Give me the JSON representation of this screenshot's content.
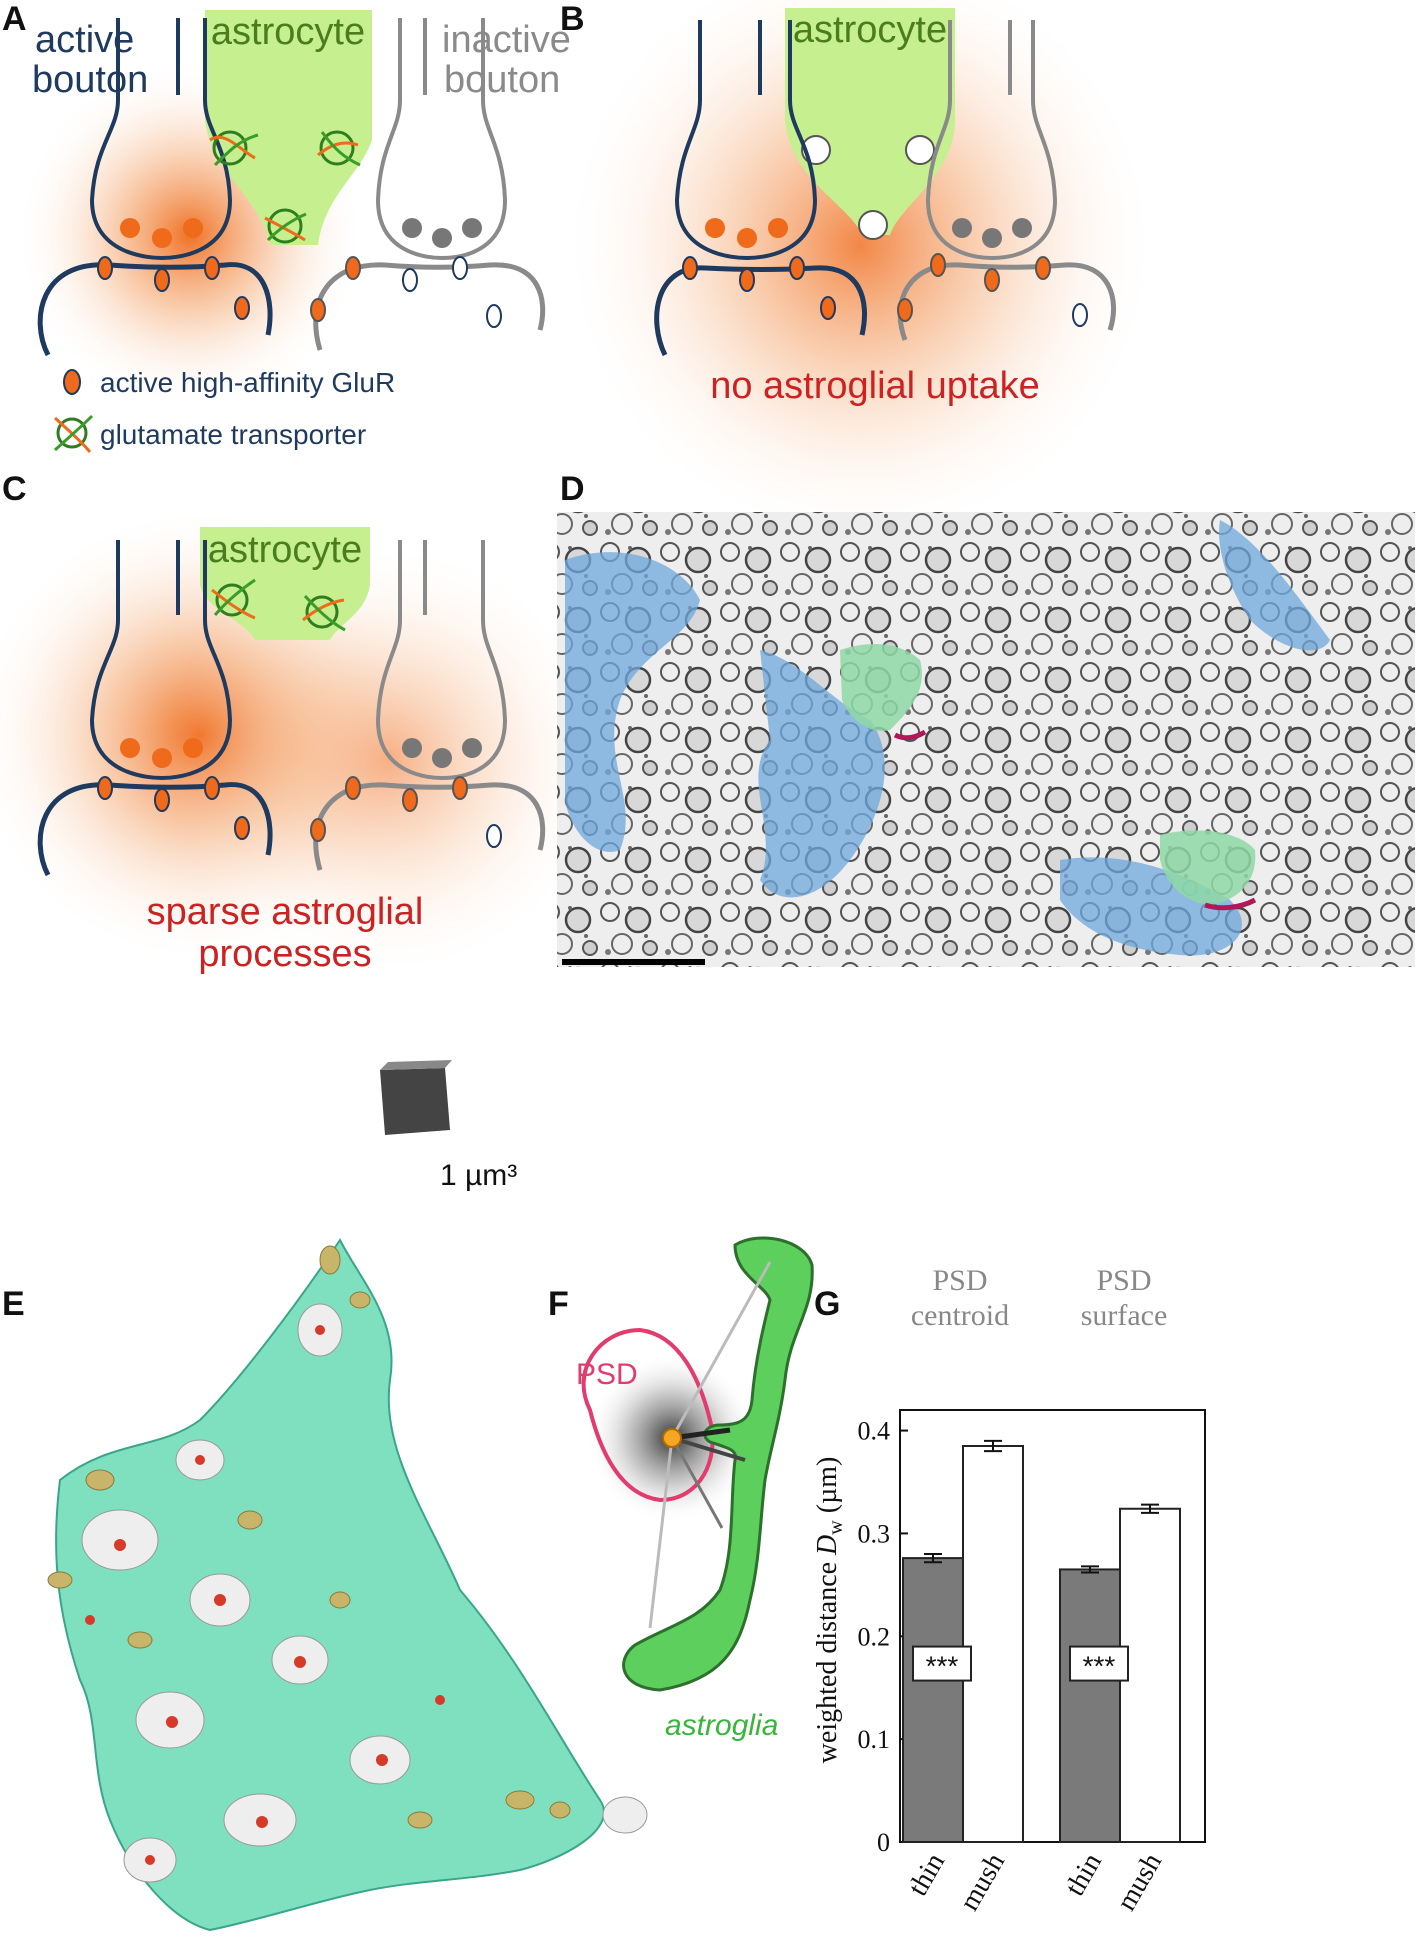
{
  "panels": {
    "A": {
      "letter": "A",
      "active_label_1": "active",
      "active_label_2": "bouton",
      "astrocyte": "astrocyte",
      "inactive_label_1": "inactive",
      "inactive_label_2": "bouton",
      "legend_receptor": "active high-affinity GluR",
      "legend_transporter": "glutamate transporter"
    },
    "B": {
      "letter": "B",
      "astrocyte": "astrocyte",
      "caption": "no astroglial uptake"
    },
    "C": {
      "letter": "C",
      "astrocyte": "astrocyte",
      "caption_1": "sparse astroglial",
      "caption_2": "processes"
    },
    "D": {
      "letter": "D"
    },
    "E": {
      "letter": "E",
      "scale_label": "1 µm³"
    },
    "F": {
      "letter": "F",
      "psd_label": "PSD",
      "astroglia_label": "astroglia"
    },
    "G": {
      "letter": "G"
    }
  },
  "colors": {
    "active_blue": "#1e3a5f",
    "inactive_gray": "#8a8a8a",
    "astrocyte_green": "#c6ef8f",
    "glutamate_orange": "#ef6a1a",
    "caption_red": "#cc2222",
    "astroglia_green": "#5ccf5c",
    "psd_pink": "#e23c6e",
    "bar_dark": "#7a7a7a"
  },
  "chart_data": {
    "type": "bar",
    "ylabel": "weighted distance D_w (µm)",
    "ylim": [
      0,
      0.42
    ],
    "yticks": [
      0,
      0.1,
      0.2,
      0.3,
      0.4
    ],
    "ytick_labels": [
      "0",
      "0.1",
      "0.2",
      "0.3",
      "0.4"
    ],
    "groups": [
      {
        "title_1": "PSD",
        "title_2": "centroid",
        "categories": [
          "thin",
          "mush"
        ],
        "values": [
          0.276,
          0.385
        ],
        "errors": [
          0.004,
          0.005
        ],
        "significance": "***"
      },
      {
        "title_1": "PSD",
        "title_2": "surface",
        "categories": [
          "thin",
          "mush"
        ],
        "values": [
          0.265,
          0.324
        ],
        "errors": [
          0.003,
          0.004
        ],
        "significance": "***"
      }
    ]
  }
}
